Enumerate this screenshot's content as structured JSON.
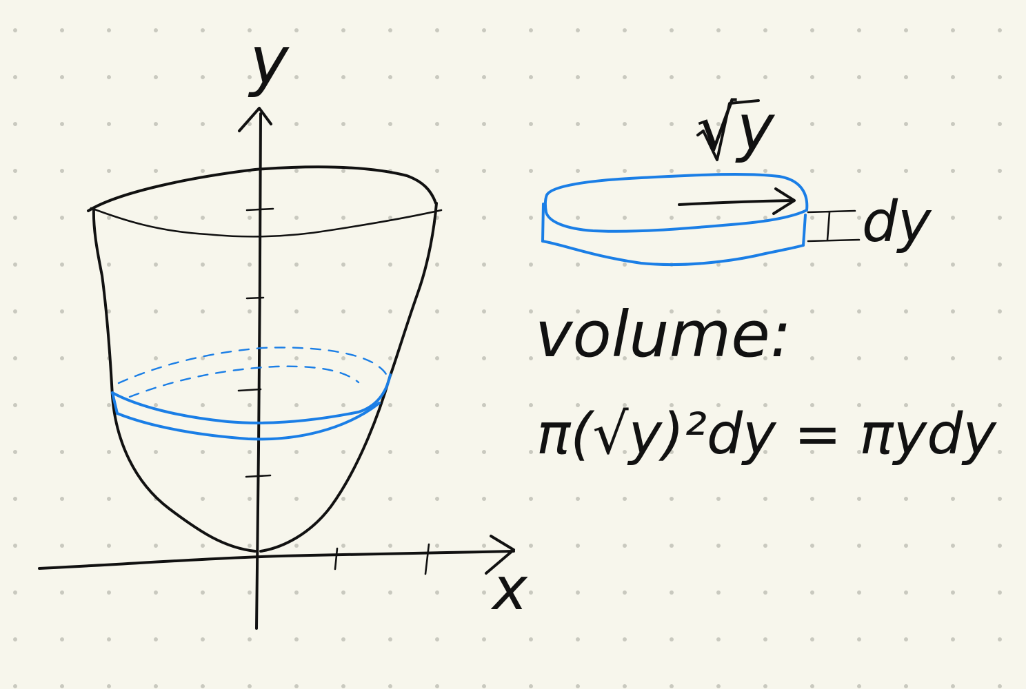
{
  "note": {
    "background": "#f7f6ec",
    "dot_color": "#c9c9bf",
    "ink_color": "#111111",
    "accent_color": "#1a7ee6"
  },
  "labels": {
    "y_axis": "y",
    "x_axis": "x",
    "radius": "√y",
    "thickness": "dy",
    "volume_heading": "volume:",
    "formula": "π(√y)²dy = πydy"
  }
}
